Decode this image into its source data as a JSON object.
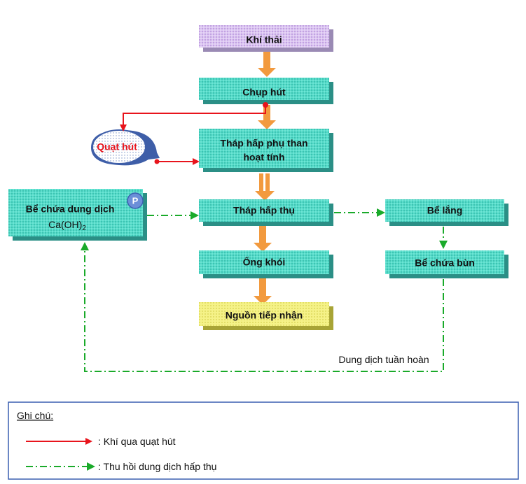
{
  "boxes": {
    "khi_thai": "Khí thải",
    "chup_hut": "Chụp hút",
    "quat_hut": "Quạt hút",
    "thap_hap_phu_line1": "Tháp hấp phụ than",
    "thap_hap_phu_line2": "hoạt tính",
    "thap_hap_thu": "Tháp hấp thụ",
    "ong_khoi": "Ống khói",
    "nguon_tiep_nhan": "Nguồn tiếp nhận",
    "be_chua_line1": "Bể chứa dung dịch",
    "be_chua_line2_main": "Ca(OH)",
    "be_chua_line2_sub": "2",
    "pump_label": "P",
    "be_lang": "Bể lắng",
    "be_chua_bun": "Bể chứa bùn"
  },
  "flow_labels": {
    "recirculation": "Dung dịch tuần hoàn"
  },
  "legend": {
    "title": "Ghi chú:",
    "items": [
      {
        "label": ": Khí qua quạt hút",
        "color": "#e8141c"
      },
      {
        "label": ": Thu hồi dung dịch hấp thụ",
        "color": "#1aaa2a"
      }
    ]
  },
  "colors": {
    "teal_box": "#4fd6c4",
    "purple_box": "#d4b8ee",
    "yellow_box": "#f3f07a",
    "flow_arrow": "#f29a3e",
    "red_line": "#e8141c",
    "green_line": "#1aaa2a"
  }
}
